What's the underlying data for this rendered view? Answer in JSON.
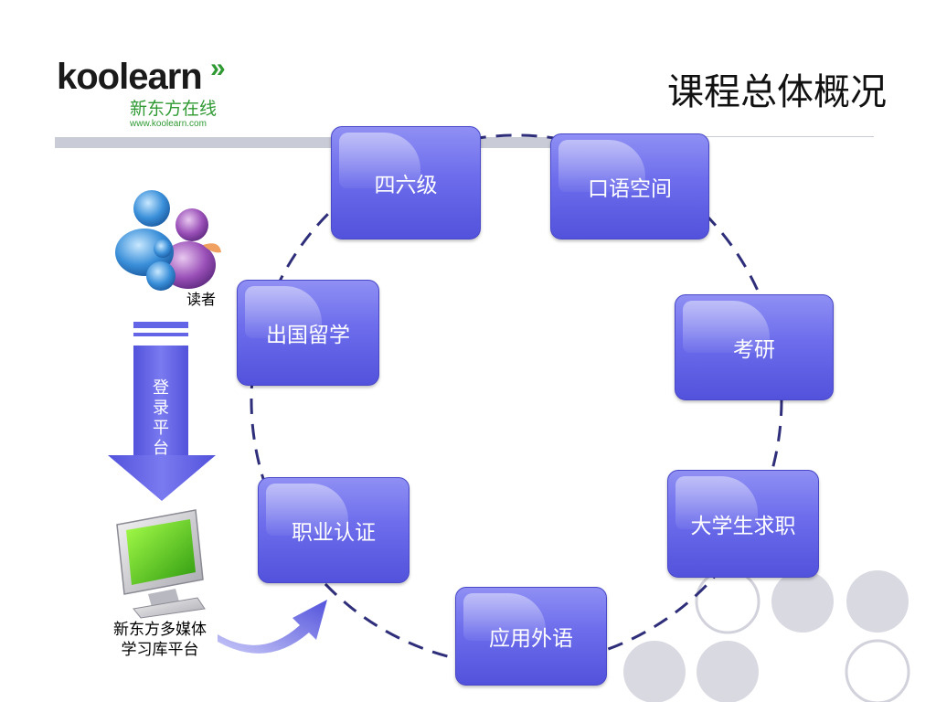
{
  "logo": {
    "wordmark": "koolearn",
    "chevrons": "»",
    "tagline": "新东方在线",
    "url": "www.koolearn.com"
  },
  "title": "课程总体概况",
  "reader": {
    "label": "读者"
  },
  "login_arrow": {
    "label": "登录平台"
  },
  "platform": {
    "label": "新东方多媒体学习库平台"
  },
  "courses": [
    "四六级",
    "口语空间",
    "出国留学",
    "考研",
    "职业认证",
    "大学生求职",
    "应用外语"
  ],
  "colors": {
    "box": "#6c6cec",
    "dashed_circle": "#2e2e7a",
    "logo_green": "#2f9a33",
    "decor_gray": "#d9d9e2"
  },
  "icons": {
    "reader": "users-icon",
    "platform": "computer-monitor-icon",
    "login": "down-arrow-icon",
    "curve": "curved-arrow-icon"
  }
}
